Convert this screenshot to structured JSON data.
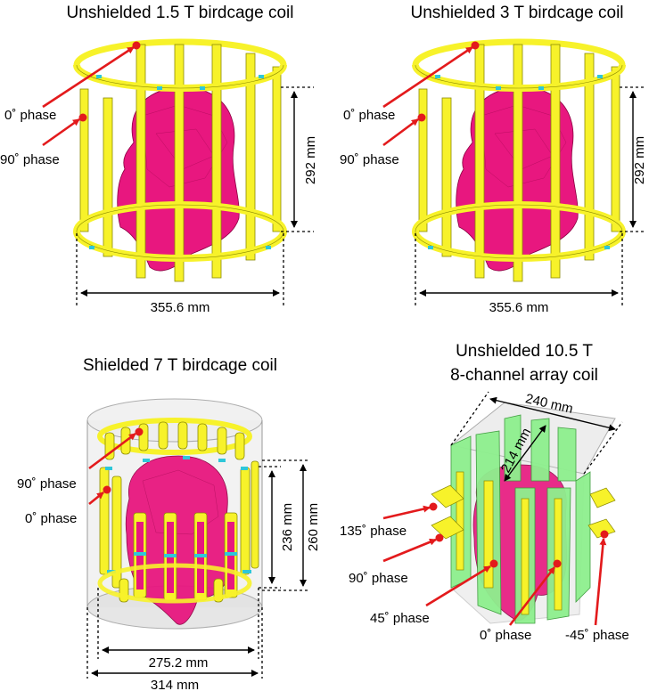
{
  "panels": [
    {
      "title": "Unshielded 1.5 T birdcage coil",
      "labels": [
        "0˚ phase",
        "90˚ phase"
      ],
      "height_dim": "292 mm",
      "diameter_dim": "355.6 mm"
    },
    {
      "title": "Unshielded 3 T birdcage coil",
      "labels": [
        "0˚ phase",
        "90˚ phase"
      ],
      "height_dim": "292 mm",
      "diameter_dim": "355.6 mm"
    },
    {
      "title": "Shielded 7 T birdcage coil",
      "labels": [
        "90˚ phase",
        "0˚ phase"
      ],
      "inner_height_dim": "236 mm",
      "outer_height_dim": "260 mm",
      "inner_diameter_dim": "275.2 mm",
      "outer_diameter_dim": "314 mm"
    },
    {
      "title_line1": "Unshielded 10.5 T",
      "title_line2": "8-channel array coil",
      "labels": [
        "135˚ phase",
        "90˚ phase",
        "45˚ phase",
        "0˚ phase",
        "-45˚ phase"
      ],
      "width_dim": "240 mm",
      "depth_dim": "214 mm"
    }
  ],
  "colors": {
    "coil_yellow": "#f7f22a",
    "coil_edge": "#8a8a00",
    "capacitor_cyan": "#2ec7d9",
    "head_magenta": "#e8177f",
    "arrow_red": "#e31a1c",
    "array_green": "#8ef08e",
    "shield_gray": "#d9d9d9"
  }
}
